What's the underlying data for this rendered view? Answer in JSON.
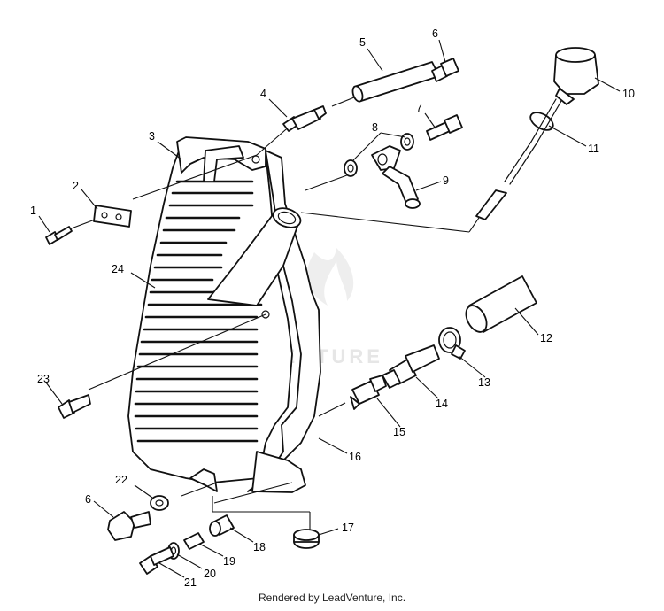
{
  "watermark": "ADVENTURE",
  "credit": "Rendered by LeadVenture, Inc.",
  "callouts": {
    "c1": "1",
    "c2": "2",
    "c3": "3",
    "c4": "4",
    "c5": "5",
    "c6a": "6",
    "c7": "7",
    "c8": "8",
    "c9": "9",
    "c10": "10",
    "c11": "11",
    "c12": "12",
    "c13": "13",
    "c14": "14",
    "c15": "15",
    "c16": "16",
    "c17": "17",
    "c18": "18",
    "c19": "19",
    "c20": "20",
    "c21": "21",
    "c22": "22",
    "c23": "23",
    "c24": "24",
    "c6b": "6"
  }
}
